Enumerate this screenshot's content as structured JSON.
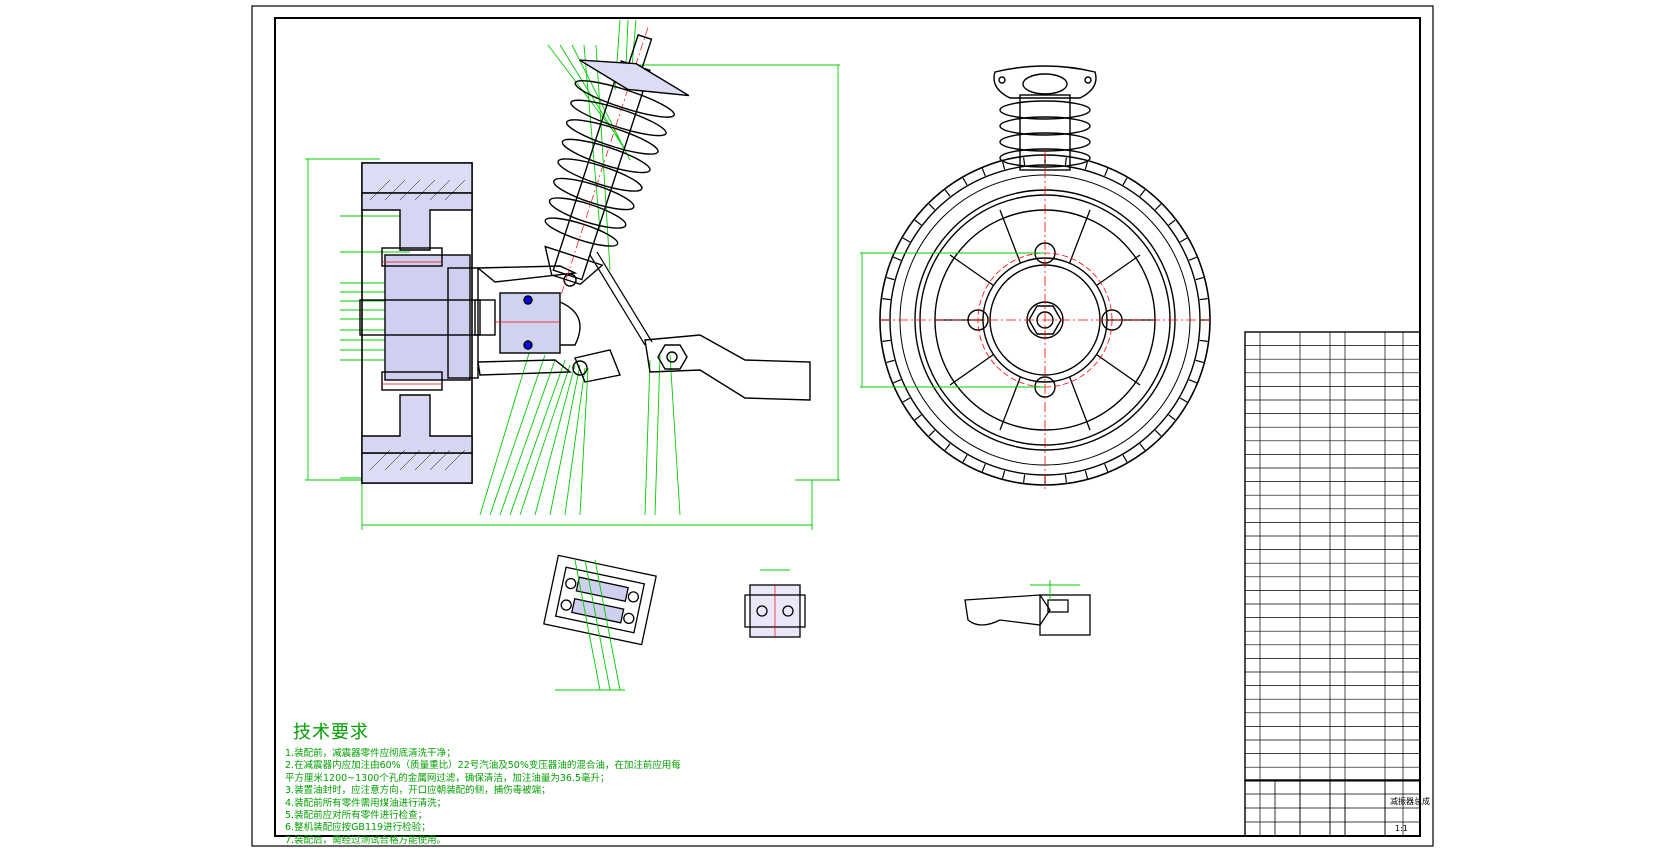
{
  "drawing": {
    "notes_title": "技术要求",
    "notes": [
      "1.装配前，减震器零件应彻底清洗干净；",
      "2.在减震器内应加注由60%（质量重比）22号汽油及50%变压器油的混合油，在加注前应用每",
      "平方厘米1200~1300个孔的金属网过滤，确保清洁，加注油量为36.5毫升；",
      "3.装置油封时，应注意方向，开口应朝装配的侧，捕伤毒被端；",
      "4.装配前所有零件需用煤油进行清洗；",
      "5.装配前应对所有零件进行检查；",
      "6.整机装配应按GB119进行检验；",
      "7.装配后，需经过测试合格方能使用。"
    ],
    "title_block": {
      "drawing_name": "减振器总成",
      "scale": "1:1"
    }
  }
}
